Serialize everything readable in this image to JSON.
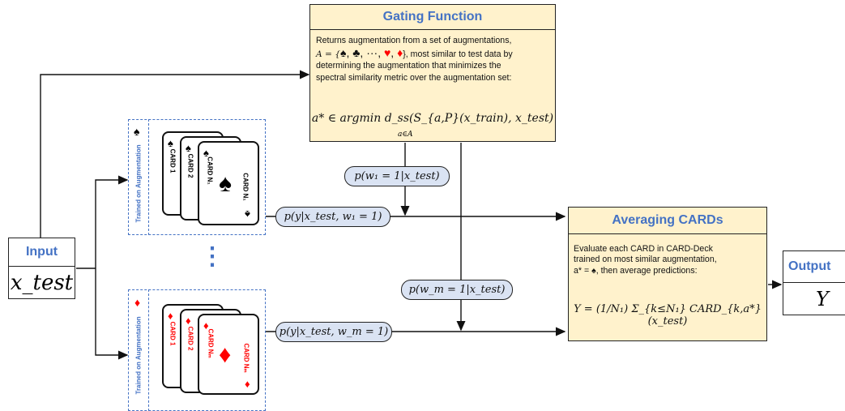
{
  "gating": {
    "title": "Gating Function",
    "text_1": "Returns augmentation from a set of augmentations,",
    "text_2a": "A = {",
    "text_2b": "}, most similar to test data by",
    "text_3": "determining the augmentation that minimizes the",
    "text_4": "spectral similarity metric over the augmentation set:",
    "equation": "a* ∈ argmin d_ss(S_{a,P}(x_train), x_test)",
    "equation_sub": "a∈A"
  },
  "averaging": {
    "title": "Averaging CARDs",
    "text_1": "Evaluate each CARD in CARD-Deck",
    "text_2": "trained on most similar augmentation,",
    "text_3": "a* = ♠, then average predictions:",
    "equation": "Y = (1/N₁) Σ_{k≤N₁} CARD_{k,a*}(x_test)"
  },
  "input": {
    "label": "Input",
    "value": "x_test"
  },
  "output": {
    "label": "Output",
    "value": "Y"
  },
  "pills": {
    "p_w1": "p(w₁ = 1|x_test)",
    "p_wm": "p(w_m = 1|x_test)",
    "p_y_w1": "p(y|x_test, w₁ = 1)",
    "p_y_wm": "p(y|x_test, w_m = 1)"
  },
  "decks": [
    {
      "suit_symbol": "♠",
      "suit_name": "spade",
      "color": "#000000",
      "side_label": "Trained on Augmentation",
      "cards": [
        "CARD 1",
        "CARD 2",
        "CARD N₁",
        "CARD N₁"
      ]
    },
    {
      "suit_symbol": "♦",
      "suit_name": "diamond",
      "color": "#ff0000",
      "side_label": "Trained on Augmentation",
      "cards": [
        "CARD 1",
        "CARD 2",
        "CARD Nₘ",
        "CARD Nₘ"
      ]
    }
  ],
  "ellipsis": "⋮",
  "colors": {
    "accent_blue": "#4472c4",
    "box_fill": "#fff2cc",
    "pill_fill": "#dae3f3",
    "card_red": "#ff0000"
  }
}
